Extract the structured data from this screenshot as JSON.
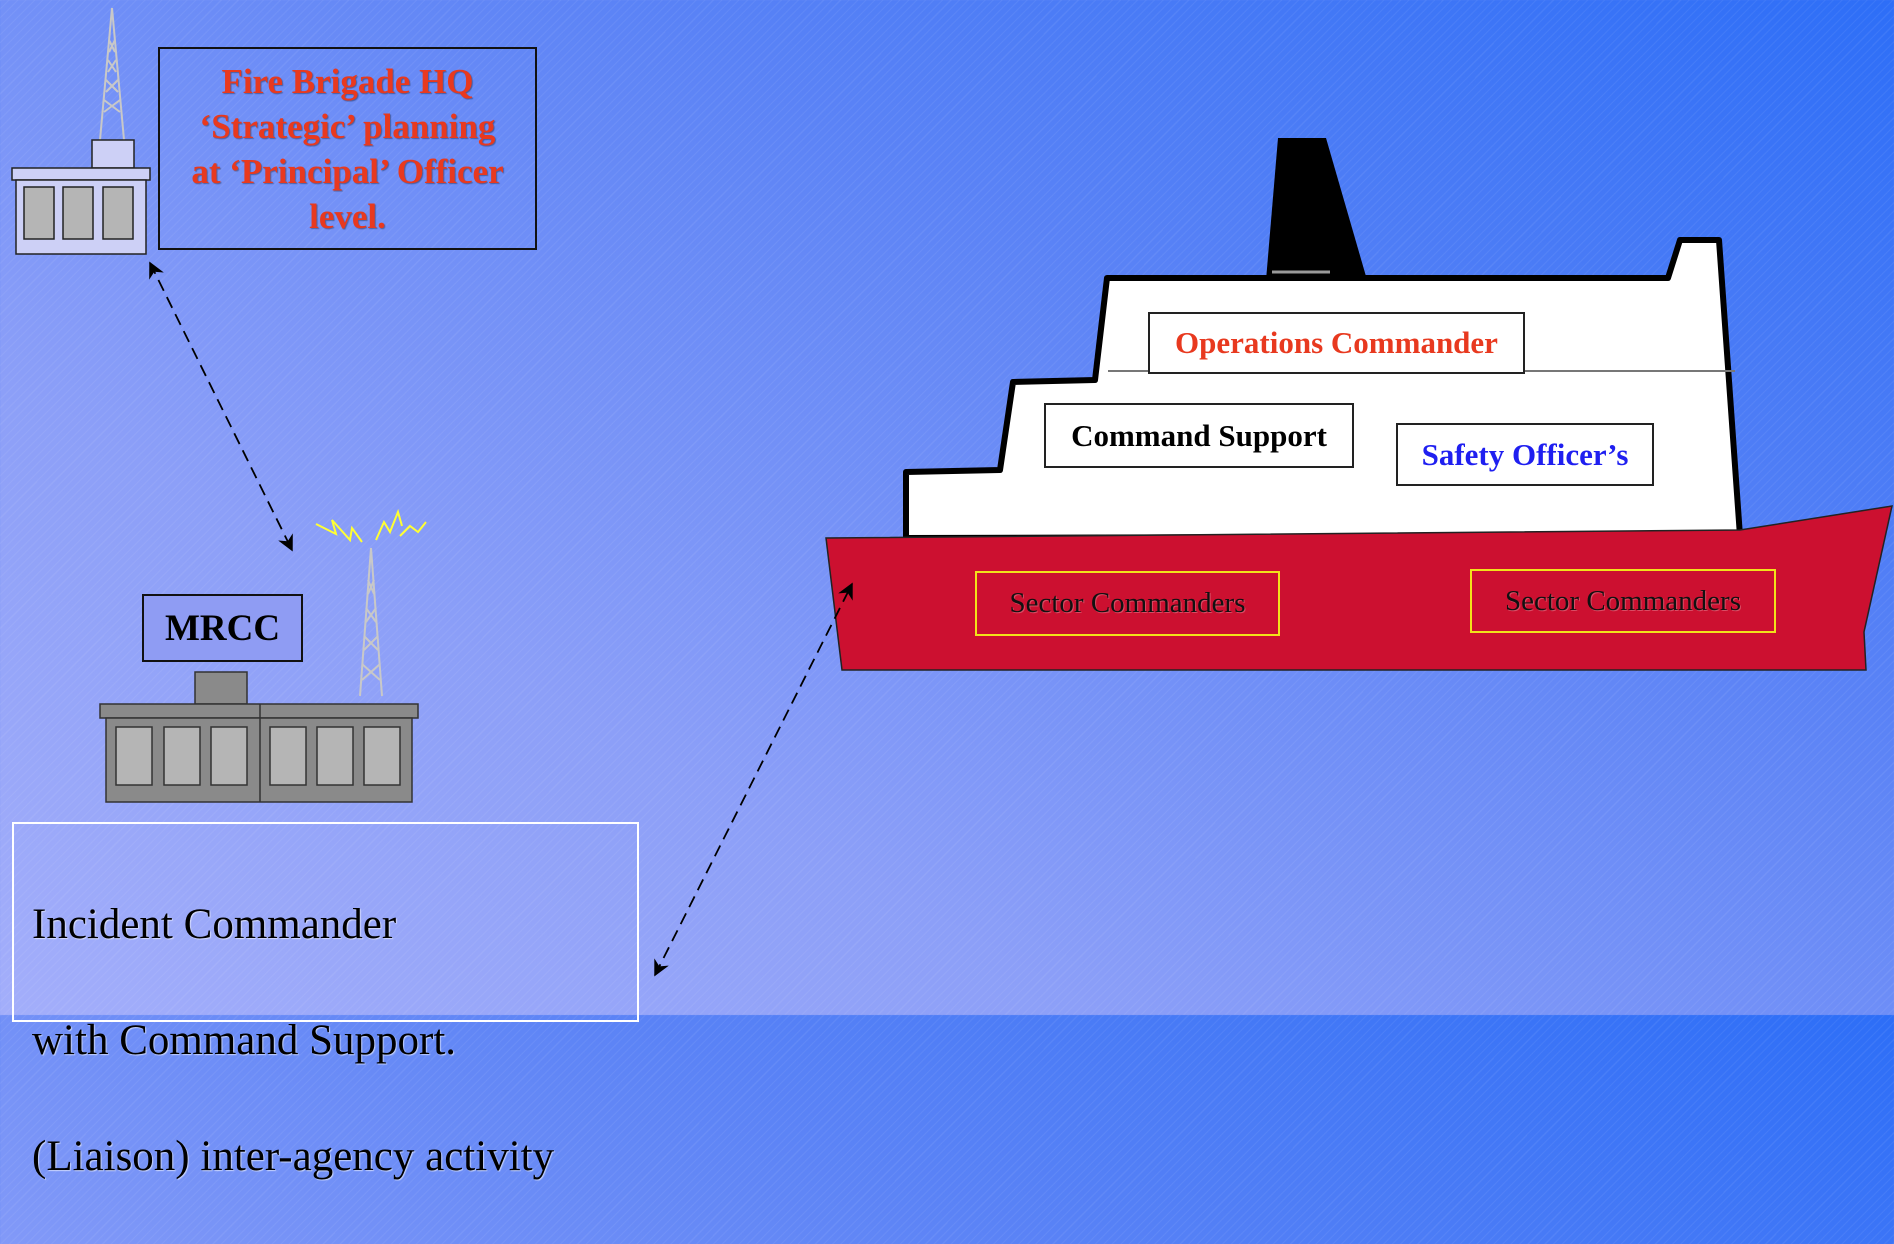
{
  "hq_box": {
    "lines": [
      "Fire Brigade HQ",
      "‘Strategic’ planning",
      "at ‘Principal’ Officer",
      "level."
    ]
  },
  "mrcc_label": "MRCC",
  "incident_box": {
    "lines": [
      "Incident Commander",
      "with Command Support.",
      "(Liaison) inter-agency activity"
    ]
  },
  "ship": {
    "operations_commander": "Operations Commander",
    "command_support": "Command Support",
    "safety_officer": "Safety Officer’s",
    "sector_left": "Sector Commanders",
    "sector_right": "Sector Commanders"
  },
  "colors": {
    "background_top": "#2d6ef7",
    "background_bottom": "#a3aefa",
    "hull": "#cc1030",
    "superstructure": "#ffffff",
    "funnel": "#000000",
    "hq_text": "#e8391f",
    "safety_text": "#1f1ff0",
    "sector_border": "#f2e21a",
    "hq_building": "#cdd0f6",
    "mrcc_building": "#8a8a8a",
    "lightning": "#ffff33"
  }
}
